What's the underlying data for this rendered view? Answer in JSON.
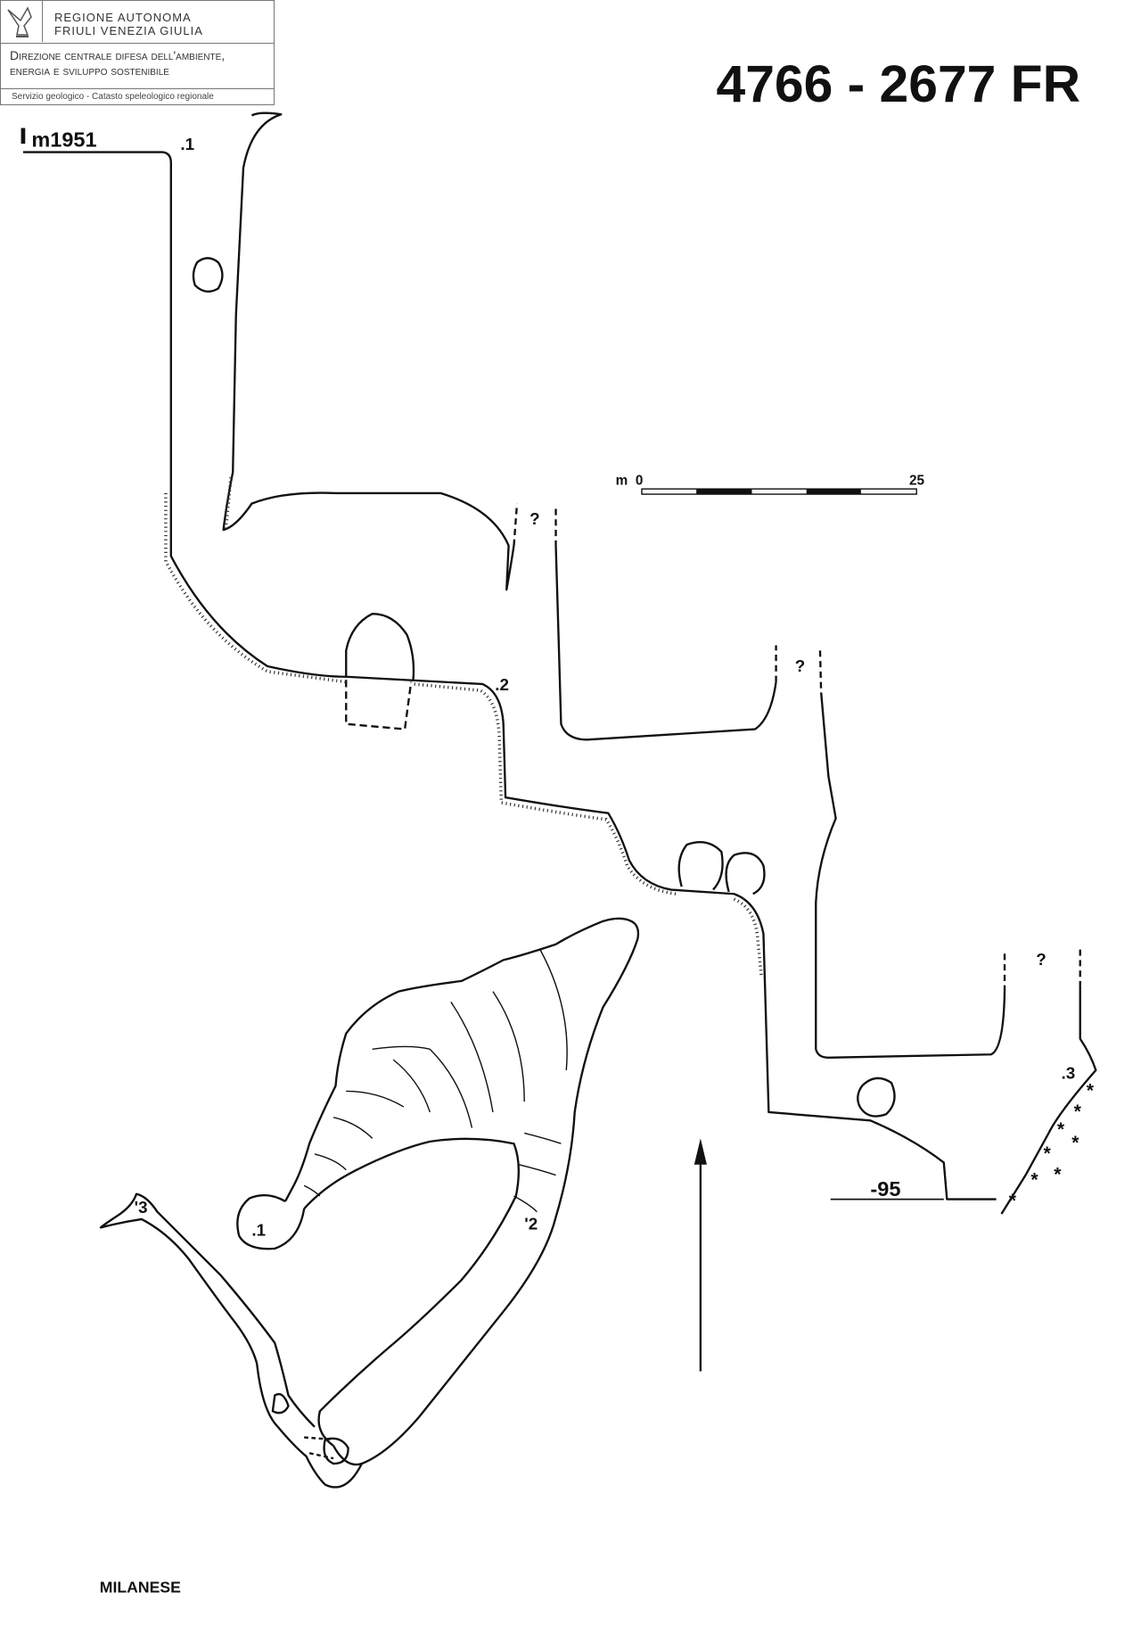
{
  "header": {
    "logo_icon": "eagle-emblem-icon",
    "region_line1": "REGIONE AUTONOMA",
    "region_line2": "FRIULI VENEZIA GIULIA",
    "department_line1": "Direzione centrale difesa dell'ambiente,",
    "department_line2": "energia e sviluppo sostenibile",
    "service": "Servizio geologico - Catasto speleologico regionale"
  },
  "title": "4766 - 2677 FR",
  "section": {
    "entrance_elevation": "m1951",
    "station_1": ".1",
    "station_2": ".2",
    "station_3": ".3",
    "unknown_1": "?",
    "unknown_2": "?",
    "unknown_3": "?",
    "depth": "-95"
  },
  "scale_bar": {
    "unit": "m",
    "start": "0",
    "end": "25"
  },
  "plan": {
    "station_1": ".1",
    "station_2": "'2",
    "station_3": "'3",
    "north_arrow_icon": "north-arrow-icon"
  },
  "author": "MILANESE"
}
